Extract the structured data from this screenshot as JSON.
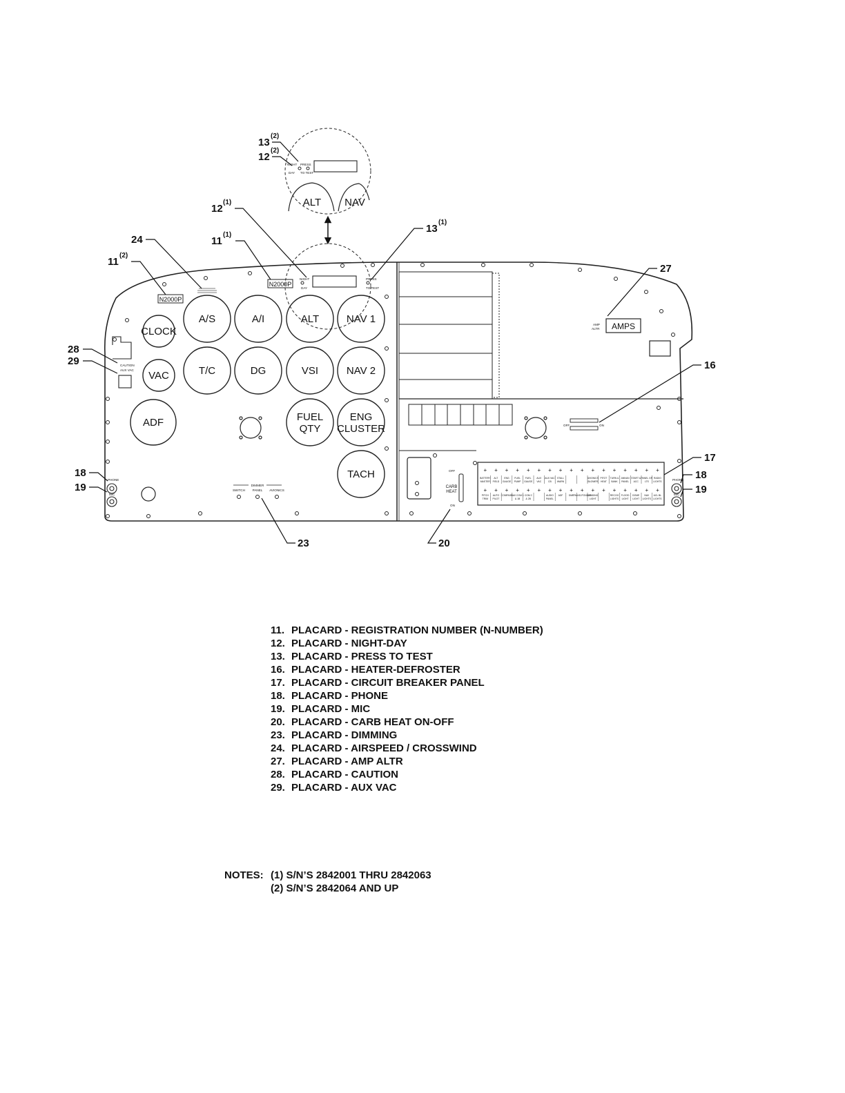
{
  "diagram": {
    "gauges": [
      {
        "id": "clock",
        "label": "CLOCK"
      },
      {
        "id": "vac",
        "label": "VAC"
      },
      {
        "id": "adf",
        "label": "ADF"
      },
      {
        "id": "as",
        "label": "A/S"
      },
      {
        "id": "ai",
        "label": "A/I"
      },
      {
        "id": "alt",
        "label": "ALT"
      },
      {
        "id": "nav1",
        "label": "NAV 1"
      },
      {
        "id": "tc",
        "label": "T/C"
      },
      {
        "id": "dg",
        "label": "DG"
      },
      {
        "id": "vsi",
        "label": "VSI"
      },
      {
        "id": "nav2",
        "label": "NAV 2"
      },
      {
        "id": "fuel",
        "label_line1": "FUEL",
        "label_line2": "QTY"
      },
      {
        "id": "eng",
        "label_line1": "ENG",
        "label_line2": "CLUSTER"
      },
      {
        "id": "tach",
        "label": "TACH"
      }
    ],
    "inset": {
      "alt_label": "ALT",
      "nav_label": "NAV"
    },
    "placards": {
      "n_number_left": "N2000P",
      "n_number_center": "N2000P",
      "amps": "AMPS",
      "amp_altr_line1": "AMP",
      "amp_altr_line2": "ALTR",
      "carb_heat_line1": "CARB",
      "carb_heat_line2": "HEAT",
      "off_label": "OFF",
      "on_label": "ON",
      "phone_label": "PHONE",
      "mic_label": "MIC",
      "dimmer_title": "DIMMER",
      "dimmer_switch": "SWITCH",
      "dimmer_panel": "PANEL",
      "dimmer_avionics": "AVIONICS",
      "night": "NIGHT",
      "day": "DAY",
      "press": "PRESS",
      "to_test": "TO TEST",
      "caution": "CAUTION",
      "aux_vac": "AUX VAC",
      "defrost_off": "OFF",
      "defrost_on": "ON"
    },
    "breakers_top": [
      "BATTERY MASTER",
      "ALT FIELD",
      "ENG GAUGE",
      "FUEL PUMP",
      "FUEL GAUGE",
      "AUX VAC",
      "AUX VAC CB",
      "STALL WARN",
      "",
      "",
      "AVIONICS BLOWER",
      "PITOT HEAT",
      "TURN & BANK",
      "ANNUN PANEL",
      "START & ACC",
      "PANEL GR LTS",
      "RADIO LIGHTS"
    ],
    "breakers_bottom": [
      "PITCH TRIM",
      "AUTO PILOT",
      "COMPASS",
      "NAV COM 1 & 1B",
      "COM 2 & 2B",
      "",
      "AUDIO PANEL",
      "ADF",
      "DME",
      "TRANS-PONDER",
      "LANDING LIGHT",
      "",
      "RECOG LIGHTS",
      "FLOOD LIGHT",
      "DOME LIGHT",
      "NAV LIGHTS",
      "ACL BL LIGHTS"
    ],
    "callouts": [
      {
        "id": "c13_inset",
        "num": "13",
        "sup": "(2)"
      },
      {
        "id": "c12_inset",
        "num": "12",
        "sup": "(2)"
      },
      {
        "id": "c12_main",
        "num": "12",
        "sup": "(1)"
      },
      {
        "id": "c13_main",
        "num": "13",
        "sup": "(1)"
      },
      {
        "id": "c24",
        "num": "24",
        "sup": ""
      },
      {
        "id": "c11_center",
        "num": "11",
        "sup": "(1)"
      },
      {
        "id": "c11_left",
        "num": "11",
        "sup": "(2)"
      },
      {
        "id": "c27",
        "num": "27",
        "sup": ""
      },
      {
        "id": "c28",
        "num": "28",
        "sup": ""
      },
      {
        "id": "c29",
        "num": "29",
        "sup": ""
      },
      {
        "id": "c16",
        "num": "16",
        "sup": ""
      },
      {
        "id": "c17",
        "num": "17",
        "sup": ""
      },
      {
        "id": "c18_left",
        "num": "18",
        "sup": ""
      },
      {
        "id": "c19_left",
        "num": "19",
        "sup": ""
      },
      {
        "id": "c18_right",
        "num": "18",
        "sup": ""
      },
      {
        "id": "c19_right",
        "num": "19",
        "sup": ""
      },
      {
        "id": "c23",
        "num": "23",
        "sup": ""
      },
      {
        "id": "c20",
        "num": "20",
        "sup": ""
      }
    ]
  },
  "legend": [
    {
      "num": "11.",
      "text": "PLACARD - REGISTRATION NUMBER (N-NUMBER)"
    },
    {
      "num": "12.",
      "text": "PLACARD - NIGHT-DAY"
    },
    {
      "num": "13.",
      "text": "PLACARD - PRESS TO TEST"
    },
    {
      "num": "16.",
      "text": "PLACARD - HEATER-DEFROSTER"
    },
    {
      "num": "17.",
      "text": "PLACARD - CIRCUIT BREAKER PANEL"
    },
    {
      "num": "18.",
      "text": "PLACARD - PHONE"
    },
    {
      "num": "19.",
      "text": "PLACARD - MIC"
    },
    {
      "num": "20.",
      "text": "PLACARD - CARB HEAT ON-OFF"
    },
    {
      "num": "23.",
      "text": "PLACARD - DIMMING"
    },
    {
      "num": "24.",
      "text": "PLACARD - AIRSPEED / CROSSWIND"
    },
    {
      "num": "27.",
      "text": "PLACARD - AMP ALTR"
    },
    {
      "num": "28.",
      "text": "PLACARD - CAUTION"
    },
    {
      "num": "29.",
      "text": "PLACARD - AUX VAC"
    }
  ],
  "notes": {
    "heading": "NOTES:",
    "items": [
      "(1)  S/N’S 2842001 THRU 2842063",
      "(2)  S/N’S 2842064 AND UP"
    ]
  }
}
